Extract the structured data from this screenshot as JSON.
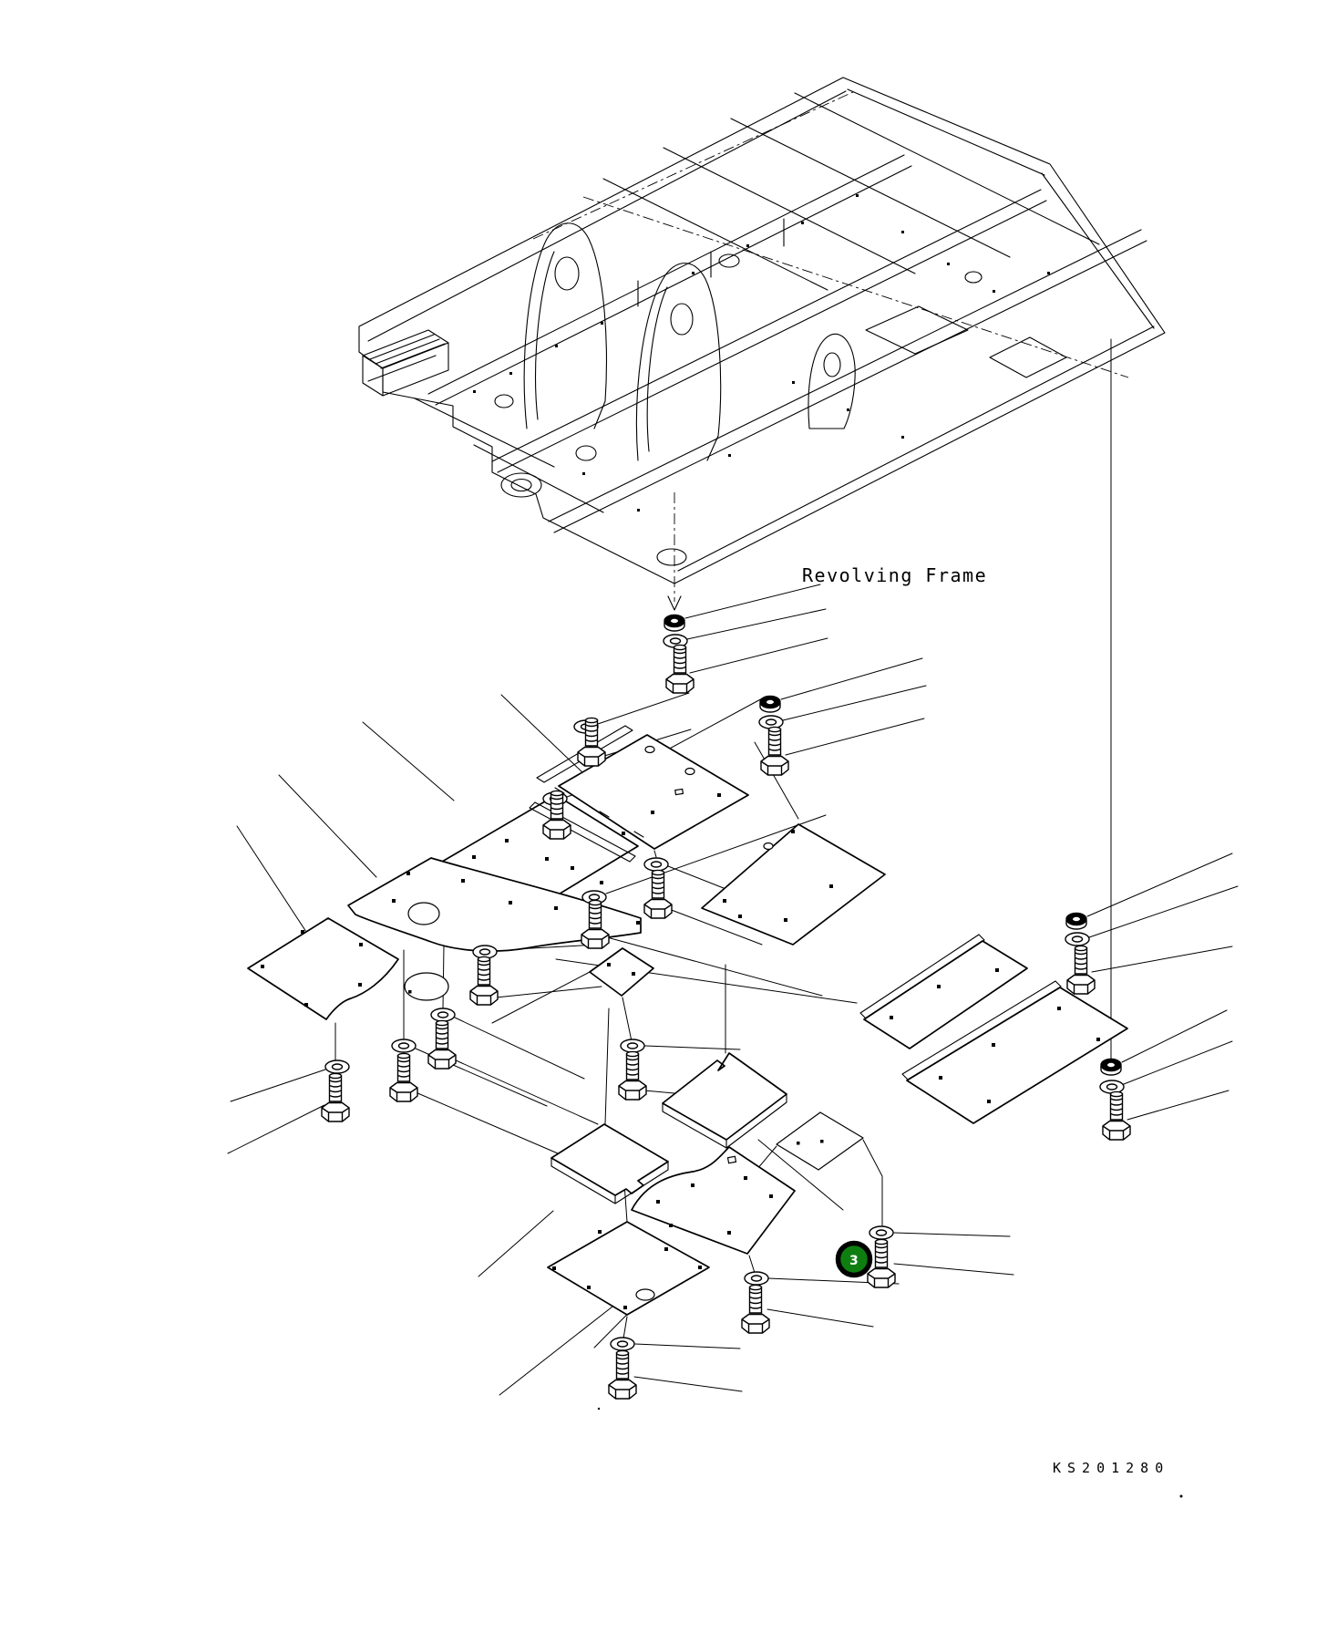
{
  "page": {
    "background": "#ffffff",
    "ink": "#000000"
  },
  "labels": {
    "frame_title": "Revolving Frame",
    "drawing_code": "KS201280"
  },
  "callout": {
    "number": "3",
    "fill": "#0e7e10",
    "ring": "#000000",
    "text_color": "#ffffff"
  }
}
